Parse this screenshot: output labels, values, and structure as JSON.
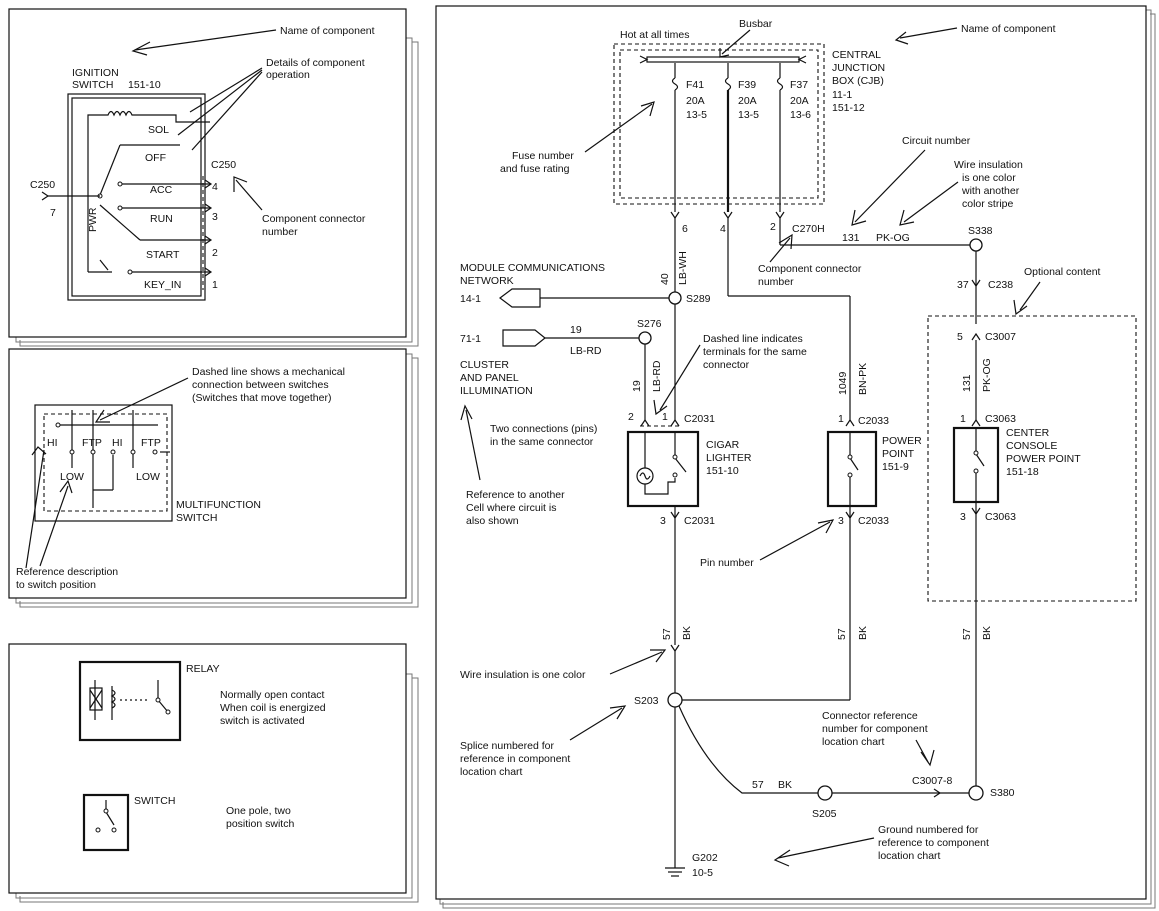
{
  "ignition": {
    "callout_name": "Name of component",
    "callout_details": "Details of component",
    "callout_details_2": "operation",
    "title": "IGNITION",
    "title_2": "SWITCH",
    "ref": "151-10",
    "conn": "C250",
    "conn_left": "C250",
    "pin_left": "7",
    "pwr": "PWR",
    "pos_sol": "SOL",
    "pos_off": "OFF",
    "pos_acc": "ACC",
    "pos_run": "RUN",
    "pos_start": "START",
    "pos_key": "KEY_IN",
    "pin4": "4",
    "pin3": "3",
    "pin2": "2",
    "pin1": "1",
    "callout_conn": "Component connector",
    "callout_conn_2": "number"
  },
  "multifunction": {
    "callout_dashed": "Dashed line shows a mechanical",
    "callout_dashed_2": "connection between switches",
    "callout_dashed_3": "(Switches that move together)",
    "hi1": "HI",
    "ftp1": "FTP",
    "hi2": "HI",
    "ftp2": "FTP",
    "low1": "LOW",
    "low2": "LOW",
    "title": "MULTIFUNCTION",
    "title_2": "SWITCH",
    "callout_ref": "Reference description",
    "callout_ref_2": "to switch position"
  },
  "legend": {
    "relay_label": "RELAY",
    "relay_desc": "Normally open contact",
    "relay_desc_2": "When coil is energized",
    "relay_desc_3": "switch is activated",
    "switch_label": "SWITCH",
    "switch_desc": "One pole, two",
    "switch_desc_2": "position switch"
  },
  "main": {
    "busbar": "Busbar",
    "hot": "Hot at all times",
    "name_callout": "Name of component",
    "cjb": "CENTRAL",
    "cjb_2": "JUNCTION",
    "cjb_3": "BOX (CJB)",
    "cjb_ref": "11-1",
    "cjb_ref_2": "151-12",
    "fuse1": "F41",
    "fuse1_a": "20A",
    "fuse1_r": "13-5",
    "fuse2": "F39",
    "fuse2_a": "20A",
    "fuse2_r": "13-5",
    "fuse3": "F37",
    "fuse3_a": "20A",
    "fuse3_r": "13-6",
    "fuse_callout": "Fuse number",
    "fuse_callout_2": "and fuse rating",
    "circuit_callout": "Circuit number",
    "wire_ins_callout": "Wire insulation",
    "wire_ins_callout_2": "is one color",
    "wire_ins_callout_3": "with another",
    "wire_ins_callout_4": "color stripe",
    "pin6": "6",
    "pin4": "4",
    "pin2": "2",
    "c270h": "C270H",
    "circuit131": "131",
    "pkog": "PK-OG",
    "s338": "S338",
    "comp_conn": "Component connector",
    "comp_conn_2": "number",
    "mcn": "MODULE COMMUNICATIONS",
    "mcn_2": "NETWORK",
    "mcn_ref": "14-1",
    "c40": "40",
    "lbwh": "LB-WH",
    "s289": "S289",
    "ref711": "71-1",
    "c19": "19",
    "lbrd": "LB-RD",
    "s276": "S276",
    "cluster": "CLUSTER",
    "cluster_2": "AND PANEL",
    "cluster_3": "ILLUMINATION",
    "c19v": "19",
    "lbrdv": "LB-RD",
    "dashed_callout": "Dashed line indicates",
    "dashed_callout_2": "terminals for the same",
    "dashed_callout_3": "connector",
    "two_conn": "Two connections (pins)",
    "two_conn_2": "in the same connector",
    "ref_callout": "Reference to another",
    "ref_callout_2": "Cell where circuit is",
    "ref_callout_3": "also shown",
    "cig_p2": "2",
    "cig_p1": "1",
    "c2031": "C2031",
    "cigar": "CIGAR",
    "cigar_2": "LIGHTER",
    "cigar_ref": "151-10",
    "cig_p3": "3",
    "c2031b": "C2031",
    "c1049": "1049",
    "bnpk": "BN-PK",
    "pp_p1": "1",
    "c2033": "C2033",
    "pp": "POWER",
    "pp_2": "POINT",
    "pp_ref": "151-9",
    "pp_p3": "3",
    "c2033b": "C2033",
    "pin_callout": "Pin number",
    "optional": "Optional content",
    "c37": "37",
    "c238": "C238",
    "p5": "5",
    "c3007": "C3007",
    "c131v": "131",
    "pkogv": "PK-OG",
    "p1c": "1",
    "c3063": "C3063",
    "ccpp": "CENTER",
    "ccpp_2": "CONSOLE",
    "ccpp_3": "POWER POINT",
    "ccpp_ref": "151-18",
    "p3c": "3",
    "c3063b": "C3063",
    "c57a": "57",
    "bka": "BK",
    "c57b": "57",
    "bkb": "BK",
    "c57c": "57",
    "bkc": "BK",
    "wire_one": "Wire insulation is one color",
    "s203": "S203",
    "splice": "Splice numbered for",
    "splice_2": "reference in component",
    "splice_3": "location chart",
    "conn_ref": "Connector reference",
    "conn_ref_2": "number for component",
    "conn_ref_3": "location chart",
    "c3007_8": "C3007-8",
    "s380": "S380",
    "c57d": "57",
    "bkd": "BK",
    "s205": "S205",
    "ground_callout": "Ground numbered for",
    "ground_callout_2": "reference to component",
    "ground_callout_3": "location chart",
    "g202": "G202",
    "g202_ref": "10-5"
  }
}
